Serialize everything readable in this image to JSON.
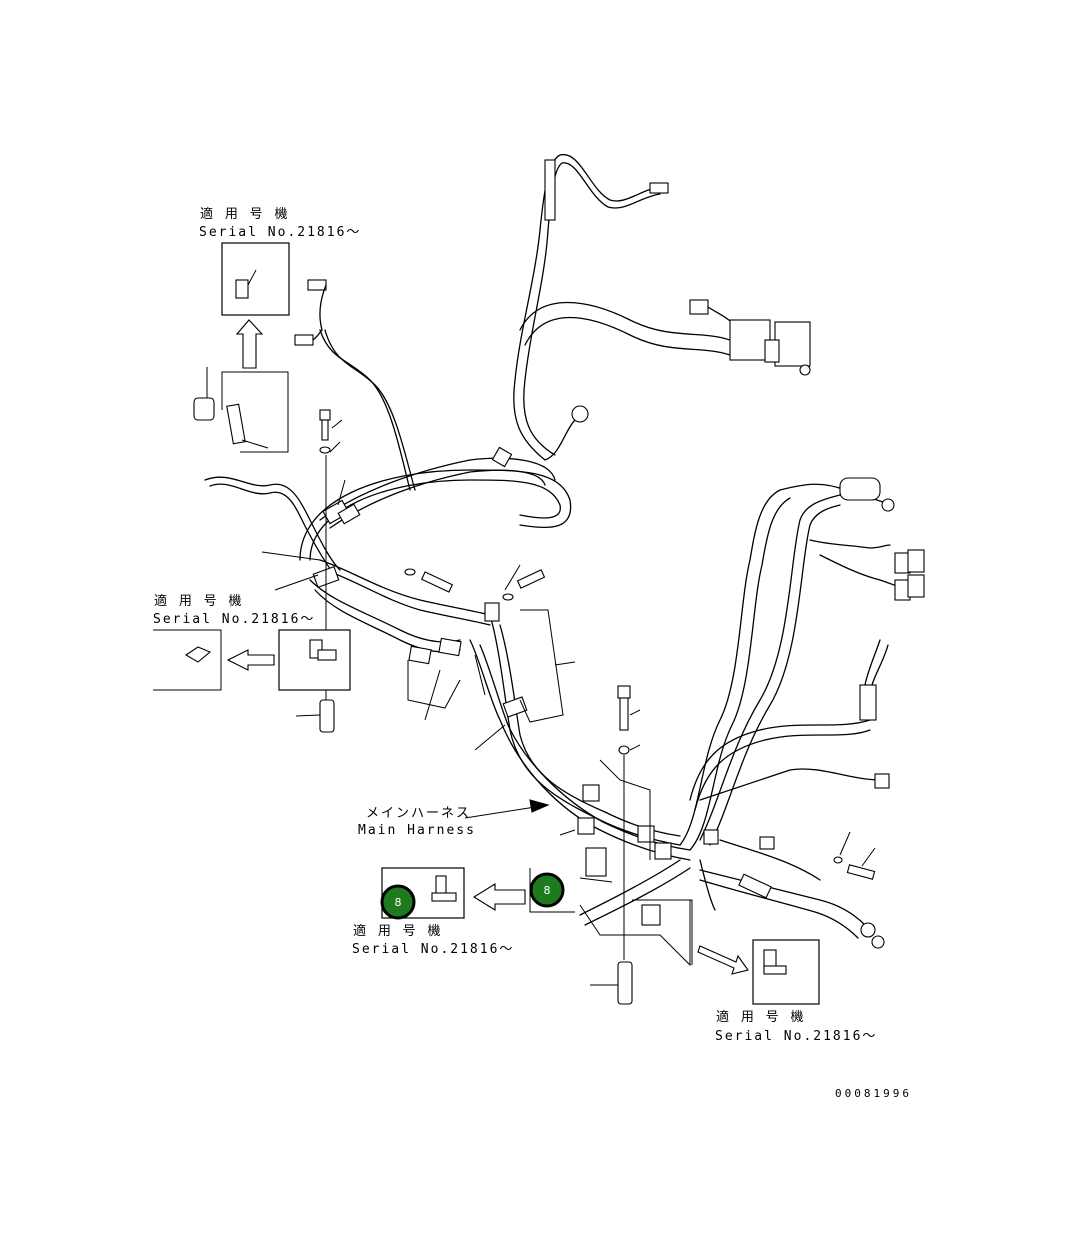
{
  "callouts": {
    "top_left": {
      "jp": "適 用 号 機",
      "serial": "Serial No.21816～"
    },
    "mid_left": {
      "jp": "適 用 号 機",
      "serial": "Serial No.21816～"
    },
    "bottom_left": {
      "jp": "適 用 号 機",
      "serial": "Serial No.21816～"
    },
    "bottom_right": {
      "jp": "適 用 号 機",
      "serial": "Serial No.21816～"
    }
  },
  "main_harness": {
    "jp": "メインハーネス",
    "en": "Main Harness"
  },
  "drawing_code": "00081996",
  "badges": [
    {
      "text": "8",
      "color": "#1e7a1e"
    },
    {
      "text": "8",
      "color": "#1e7a1e"
    }
  ]
}
